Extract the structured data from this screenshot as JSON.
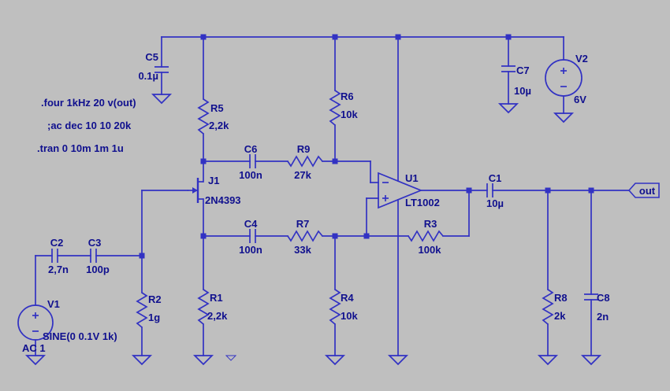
{
  "app": "schematic-editor",
  "colors": {
    "background": "#bfbfbf",
    "wire": "#3232c3",
    "text": "#10108e"
  },
  "directives": {
    "four": ".four 1kHz 20 v(out)",
    "ac": ";ac dec 10 10 20k",
    "tran": ".tran 0 10m 1m 1u"
  },
  "components": {
    "C5": {
      "ref": "C5",
      "value": "0.1µ"
    },
    "C7": {
      "ref": "C7",
      "value": "10µ"
    },
    "V2": {
      "ref": "V2",
      "value": "6V"
    },
    "R5": {
      "ref": "R5",
      "value": "2,2k"
    },
    "R6": {
      "ref": "R6",
      "value": "10k"
    },
    "C6": {
      "ref": "C6",
      "value": "100n"
    },
    "R9": {
      "ref": "R9",
      "value": "27k"
    },
    "J1": {
      "ref": "J1",
      "value": "2N4393"
    },
    "U1": {
      "ref": "U1",
      "value": "LT1002"
    },
    "C1": {
      "ref": "C1",
      "value": "10µ"
    },
    "C4": {
      "ref": "C4",
      "value": "100n"
    },
    "R7": {
      "ref": "R7",
      "value": "33k"
    },
    "R3": {
      "ref": "R3",
      "value": "100k"
    },
    "C2": {
      "ref": "C2",
      "value": "2,7n"
    },
    "C3": {
      "ref": "C3",
      "value": "100p"
    },
    "V1": {
      "ref": "V1",
      "value": "SINE(0 0.1V 1k)",
      "value2": "AC 1"
    },
    "R2": {
      "ref": "R2",
      "value": "1g"
    },
    "R1": {
      "ref": "R1",
      "value": "2,2k"
    },
    "R4": {
      "ref": "R4",
      "value": "10k"
    },
    "R8": {
      "ref": "R8",
      "value": "2k"
    },
    "C8": {
      "ref": "C8",
      "value": "2n"
    }
  },
  "net_labels": {
    "out": "out"
  }
}
